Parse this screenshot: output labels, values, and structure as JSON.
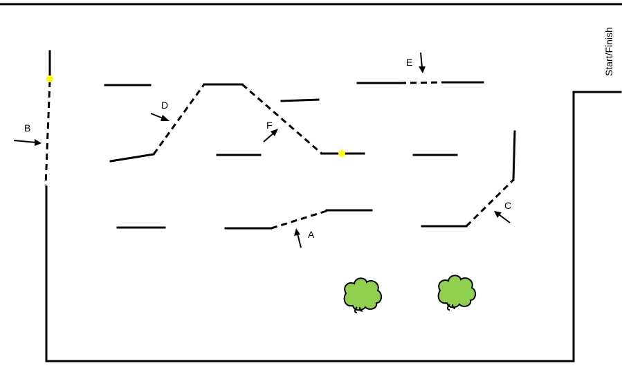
{
  "start_finish": {
    "label": "Start/Finish"
  },
  "gates": [
    {
      "id": "A",
      "label": "A"
    },
    {
      "id": "B",
      "label": "B"
    },
    {
      "id": "C",
      "label": "C"
    },
    {
      "id": "D",
      "label": "D"
    },
    {
      "id": "E",
      "label": "E"
    },
    {
      "id": "F",
      "label": "F"
    }
  ],
  "colors": {
    "line": "#000000",
    "marker": "#ffff00",
    "bush_fill": "#8fd14f",
    "background": "#ffffff"
  },
  "icons": {
    "marker": "yellow-dot-icon",
    "bush": "bush-icon",
    "arrow": "arrow-icon"
  }
}
